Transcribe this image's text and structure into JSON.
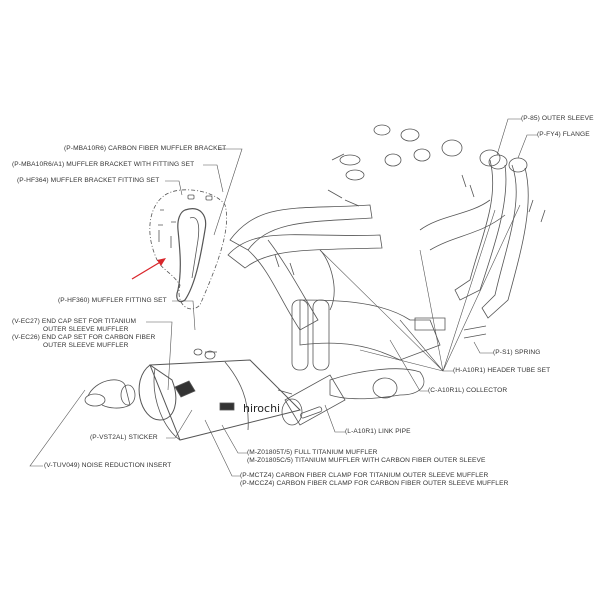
{
  "diagram": {
    "labels": {
      "mba10r6": "(P-MBA10R6)  CARBON FIBER MUFFLER BRACKET",
      "mba10r6a1": "(P-MBA10R6/A1)  MUFFLER BRACKET WITH FITTING SET",
      "hf364": "(P-HF364)  MUFFLER BRACKET FITTING SET",
      "hf360": "(P-HF360)  MUFFLER FITTING SET",
      "vec27_1": "(V-EC27)  END CAP SET FOR TITANIUM",
      "vec27_2": "OUTER SLEEVE MUFFLER",
      "vec26_1": "(V-EC26)  END CAP SET FOR CARBON FIBER",
      "vec26_2": "OUTER SLEEVE MUFFLER",
      "vst2al": "(P-VST2AL)  STICKER",
      "vtuv049": "(V-TUV049)  NOISE REDUCTION INSERT",
      "mz_t": "(M-Z01805T/5)  FULL TITANIUM MUFFLER",
      "mz_c": "(M-Z01805C/5)  TITANIUM MUFFLER WITH CARBON FIBER OUTER SLEEVE",
      "mctz4": "(P-MCTZ4)  CARBON FIBER CLAMP FOR TITANIUM OUTER SLEEVE MUFFLER",
      "mccz4": "(P-MCCZ4)  CARBON FIBER CLAMP FOR CARBON FIBER OUTER SLEEVE MUFFLER",
      "la10r1": "(L-A10R1)  LINK PIPE",
      "ca10r1l": "(C-A10R1L)  COLLECTOR",
      "ha10r1": "(H-A10R1)  HEADER TUBE SET",
      "ps1": "(P-S1)  SPRING",
      "p85": "(P-85)  OUTER SLEEVE",
      "pfy4": "(P-FY4)  FLANGE"
    },
    "watermark": "hirochi",
    "colors": {
      "line": "#555555",
      "arrow": "#d9262b"
    }
  }
}
